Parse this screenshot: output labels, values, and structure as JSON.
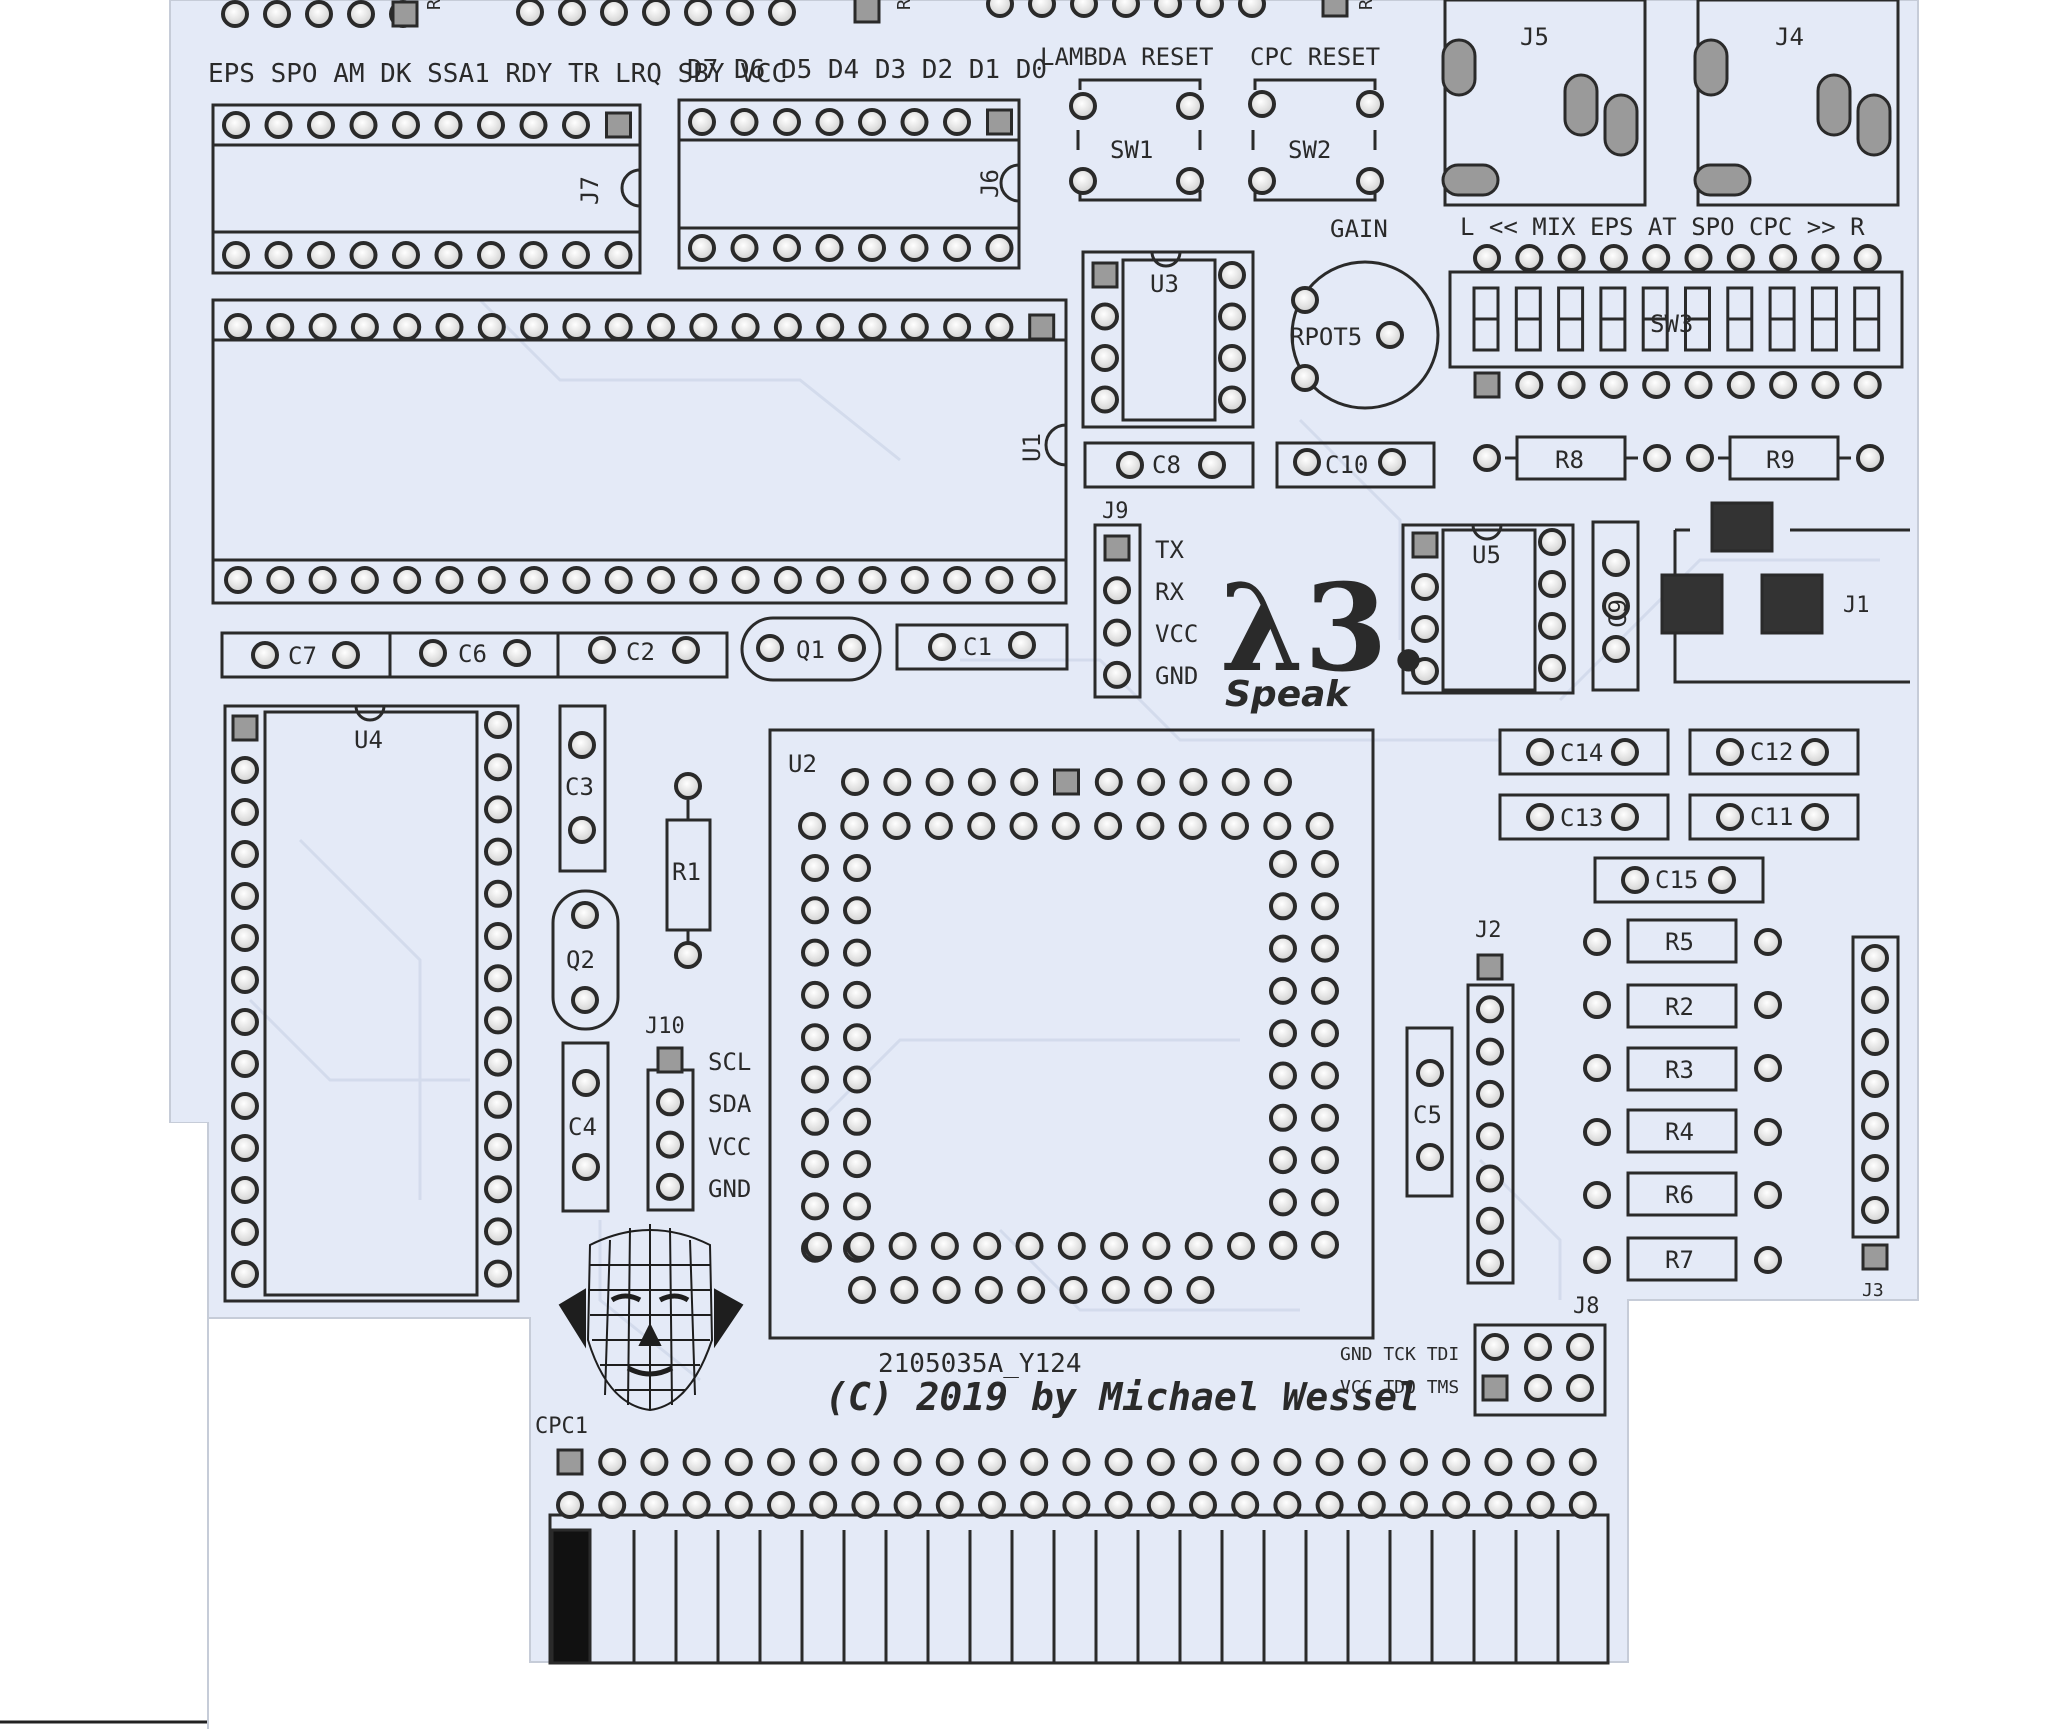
{
  "header_labels": {
    "left_row": "EPS SPO AM DK SSA1 RDY TR LRQ SBY VCC",
    "data_row": "D7 D6 D5 D4 D3 D2 D1 D0",
    "lambda_reset": "LAMBDA RESET",
    "cpc_reset": "CPC RESET",
    "gain": "GAIN",
    "audio_row": "L << MIX EPS AT SPO CPC >> R"
  },
  "refs": {
    "J5": "J5",
    "J4": "J4",
    "J7": "J7",
    "J6": "J6",
    "SW1": "SW1",
    "SW2": "SW2",
    "U3": "U3",
    "U1": "U1",
    "RPOT": "RPOT5",
    "SW3": "SW3",
    "C8": "C8",
    "C10": "C10",
    "R8": "R8",
    "R9": "R9",
    "J9": "J9",
    "U5": "U5",
    "C9": "C9",
    "J1": "J1",
    "C7": "C7",
    "C6": "C6",
    "C2": "C2",
    "Q1": "Q1",
    "C1": "C1",
    "U4": "U4",
    "C3": "C3",
    "R1": "R1",
    "Q2": "Q2",
    "U2": "U2",
    "C14": "C14",
    "C12": "C12",
    "C13": "C13",
    "C11": "C11",
    "C15": "C15",
    "J2": "J2",
    "R5": "R5",
    "R2": "R2",
    "R3": "R3",
    "R4": "R4",
    "R6": "R6",
    "R7": "R7",
    "J10": "J10",
    "C4": "C4",
    "C5": "C5",
    "J8": "J8",
    "CPC1": "CPC1",
    "J3": "J3",
    "RN": "RN"
  },
  "pins_j9": [
    "TX",
    "RX",
    "VCC",
    "GND"
  ],
  "pins_j10": [
    "SCL",
    "SDA",
    "VCC",
    "GND"
  ],
  "jtag_top": "GND TCK TDI",
  "jtag_bottom": "VCC TDO TMS",
  "logo": {
    "mark": "λ3.",
    "text": "Speak"
  },
  "board_id": "2105035A_Y124",
  "copyright": "(C) 2019 by Michael Wessel",
  "colors": {
    "board": "#e4eaf7",
    "silk": "#2a2a2a",
    "pad": "#f2f2f2"
  }
}
